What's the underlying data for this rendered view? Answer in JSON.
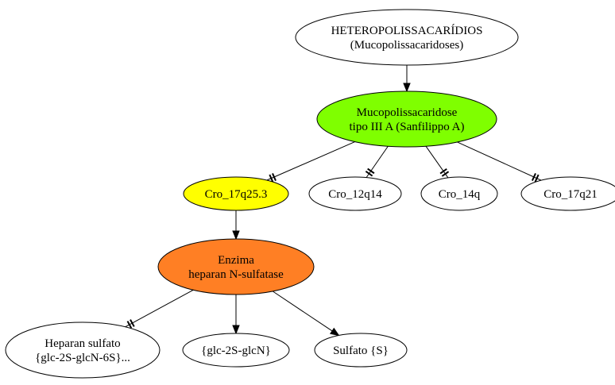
{
  "diagram": {
    "colors": {
      "white": "#ffffff",
      "green": "#7fff00",
      "yellow": "#ffff00",
      "orange": "#ff7f24",
      "stroke": "#000000"
    },
    "nodes": {
      "heteropolissacaridios": {
        "lines": [
          "HETEROPOLISSACARÍDIOS",
          "(Mucopolissacaridoses)"
        ],
        "fill": "#ffffff"
      },
      "sanfilippo": {
        "lines": [
          "Mucopolissacaridose",
          "tipo III A (Sanfilippo A)"
        ],
        "fill": "#7fff00"
      },
      "cro_17q25_3": {
        "lines": [
          "Cro_17q25.3"
        ],
        "fill": "#ffff00"
      },
      "cro_12q14": {
        "lines": [
          "Cro_12q14"
        ],
        "fill": "#ffffff"
      },
      "cro_14q": {
        "lines": [
          "Cro_14q"
        ],
        "fill": "#ffffff"
      },
      "cro_17q21": {
        "lines": [
          "Cro_17q21"
        ],
        "fill": "#ffffff"
      },
      "enzima": {
        "lines": [
          "Enzima",
          "heparan N-sulfatase"
        ],
        "fill": "#ff7f24"
      },
      "heparan_sulfato": {
        "lines": [
          "Heparan sulfato",
          "{glc-2S-glcN-6S}..."
        ],
        "fill": "#ffffff"
      },
      "glc_2s_glcn": {
        "lines": [
          "{glc-2S-glcN}"
        ],
        "fill": "#ffffff"
      },
      "sulfato": {
        "lines": [
          "Sulfato {S}"
        ],
        "fill": "#ffffff"
      }
    },
    "edges": [
      {
        "from": "heteropolissacaridios",
        "to": "sanfilippo",
        "style": "arrow"
      },
      {
        "from": "sanfilippo",
        "to": "cro_17q25_3",
        "style": "tee"
      },
      {
        "from": "sanfilippo",
        "to": "cro_12q14",
        "style": "tee"
      },
      {
        "from": "sanfilippo",
        "to": "cro_14q",
        "style": "tee"
      },
      {
        "from": "sanfilippo",
        "to": "cro_17q21",
        "style": "tee"
      },
      {
        "from": "cro_17q25_3",
        "to": "enzima",
        "style": "arrow"
      },
      {
        "from": "enzima",
        "to": "heparan_sulfato",
        "style": "tee"
      },
      {
        "from": "enzima",
        "to": "glc_2s_glcn",
        "style": "arrow"
      },
      {
        "from": "enzima",
        "to": "sulfato",
        "style": "arrow"
      }
    ]
  }
}
